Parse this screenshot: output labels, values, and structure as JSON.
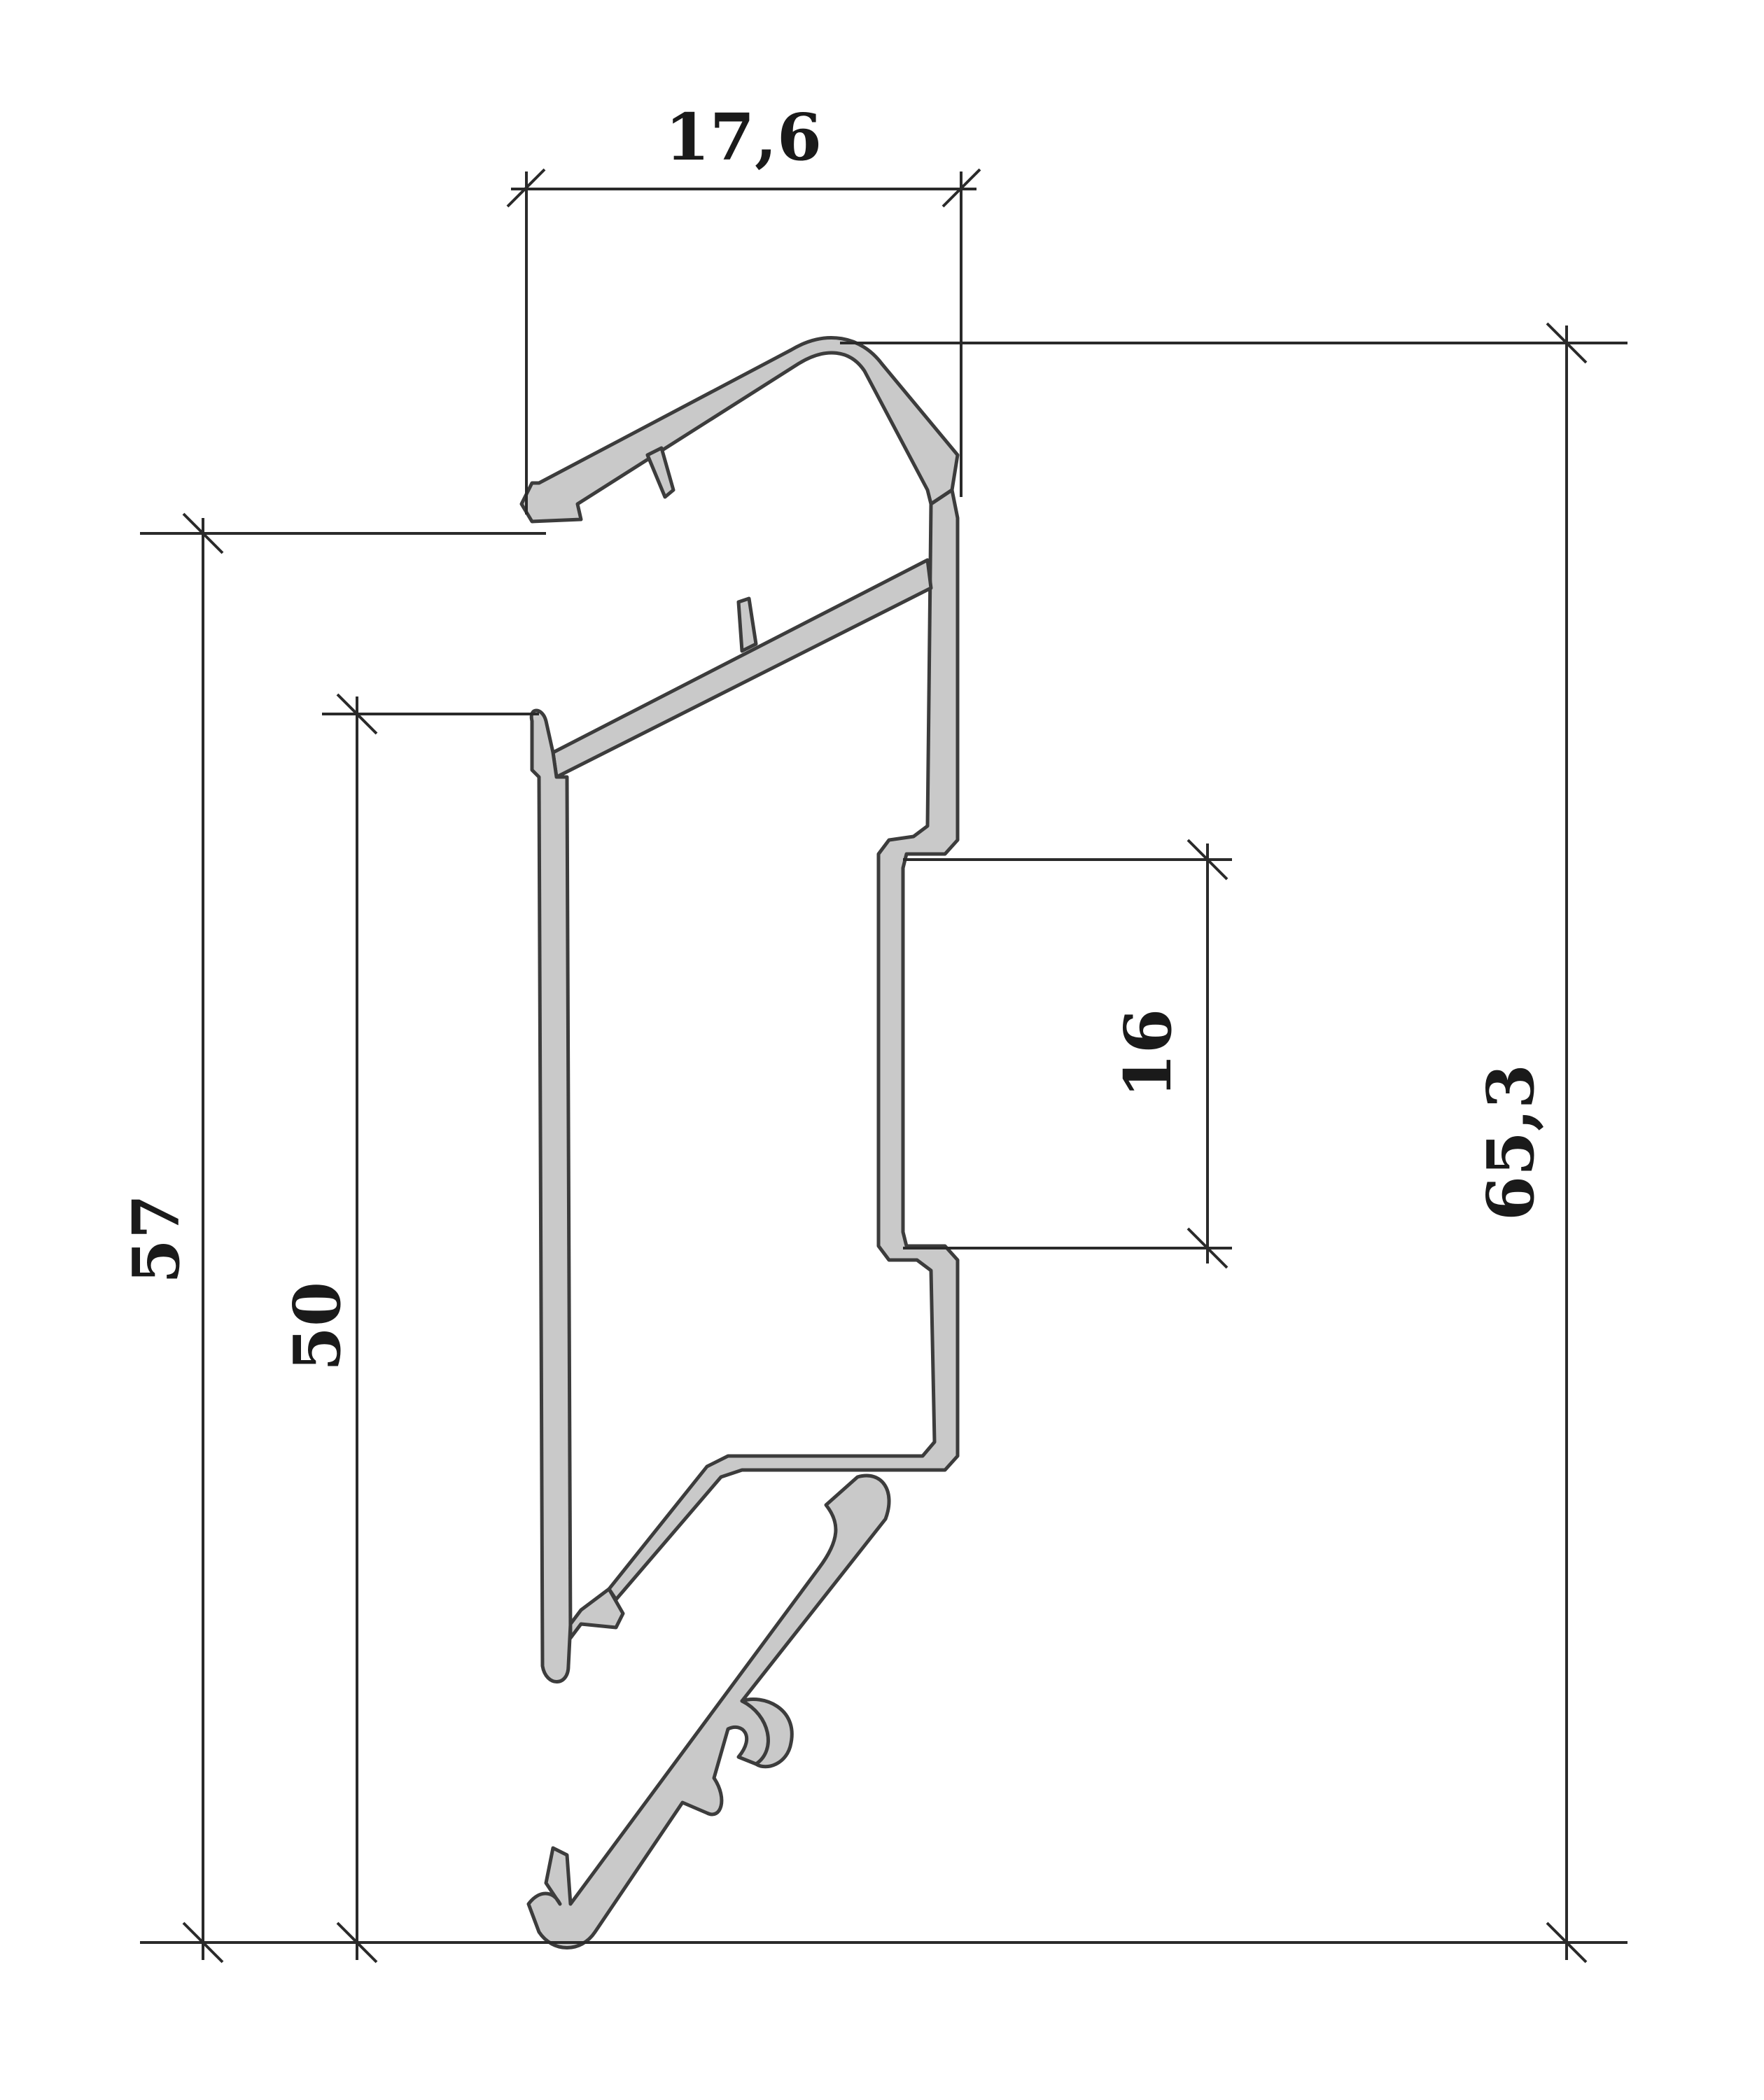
{
  "dimensions": {
    "top_width": "17,6",
    "left_outer_height": "57",
    "left_inner_height": "50",
    "channel_height": "16",
    "overall_height": "65,3"
  }
}
